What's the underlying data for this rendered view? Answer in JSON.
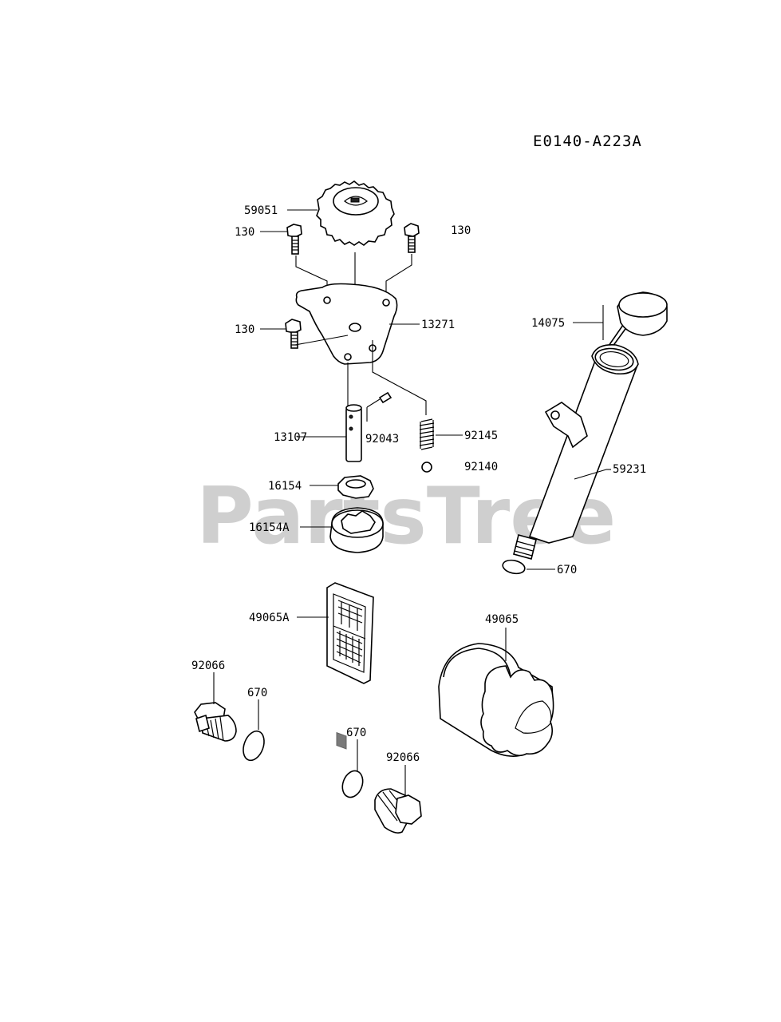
{
  "diagram_code": "E0140-A223A",
  "watermark": {
    "text": "PartsTree",
    "trademark": "™"
  },
  "parts": {
    "gear": "59051",
    "bolt_left": "130",
    "bolt_right": "130",
    "bolt_mid": "130",
    "plate": "13271",
    "dipstick_cap": "14075",
    "shaft": "13107",
    "pin": "92043",
    "spring": "92145",
    "ball": "92140",
    "tube": "59231",
    "inner_rotor": "16154",
    "outer_rotor": "16154A",
    "tube_oring": "670",
    "screen": "49065A",
    "filter": "49065",
    "plug_left": "92066",
    "oring_left": "670",
    "oring_center": "670",
    "plug_center": "92066"
  },
  "colors": {
    "line": "#000000",
    "watermark": "#cfcfcf",
    "background": "#ffffff"
  }
}
